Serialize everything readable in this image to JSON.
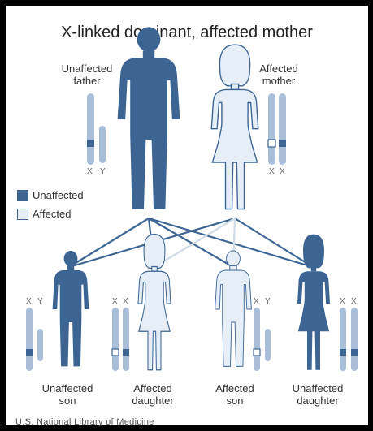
{
  "title": "X-linked dominant, affected mother",
  "parents": {
    "father_label_1": "Unaffected",
    "father_label_2": "father",
    "father_chromosomes": [
      "X",
      "Y"
    ],
    "mother_label_1": "Affected",
    "mother_label_2": "mother",
    "mother_chromosomes": [
      "X",
      "X"
    ]
  },
  "legend": {
    "unaffected_label": "Unaffected",
    "affected_label": "Affected",
    "unaffected_color": "#3c6594",
    "affected_color": "#e6eef7"
  },
  "children": [
    {
      "label_1": "Unaffected",
      "label_2": "son",
      "chromosomes": [
        "X",
        "Y"
      ]
    },
    {
      "label_1": "Affected",
      "label_2": "daughter",
      "chromosomes": [
        "X",
        "X"
      ]
    },
    {
      "label_1": "Affected",
      "label_2": "son",
      "chromosomes": [
        "X",
        "Y"
      ]
    },
    {
      "label_1": "Unaffected",
      "label_2": "daughter",
      "chromosomes": [
        "X",
        "X"
      ]
    }
  ],
  "credit": "U.S. National Library of Medicine"
}
